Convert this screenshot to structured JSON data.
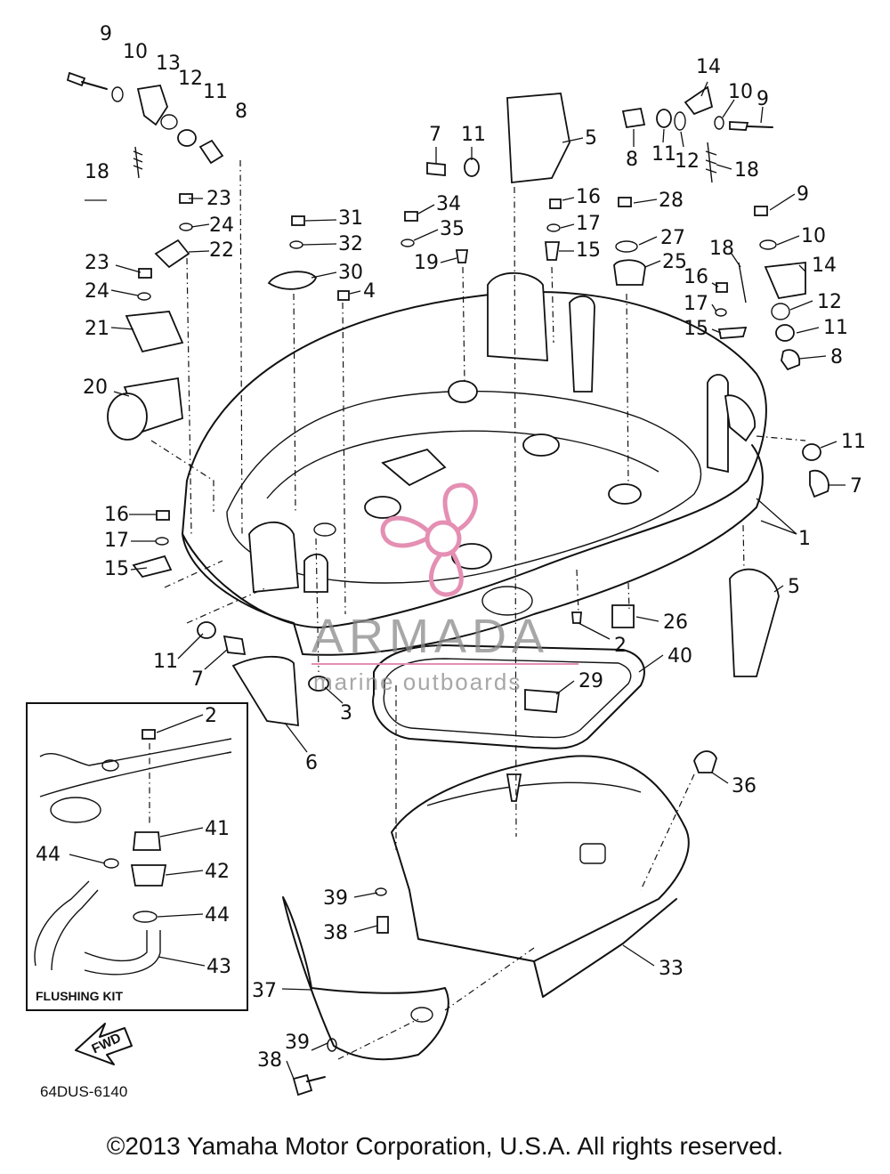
{
  "watermark": {
    "brand": "ARMADA",
    "tagline": "marine outboards",
    "brand_color": "#e48fb3"
  },
  "inset": {
    "title": "FLUSHING KIT"
  },
  "fwd_label": "FWD",
  "diagram_code": "64DUS-6140",
  "copyright": "©2013 Yamaha Motor Corporation, U.S.A. All rights reserved.",
  "callouts": [
    {
      "id": "c9a",
      "text": "9"
    },
    {
      "id": "c10a",
      "text": "10"
    },
    {
      "id": "c13",
      "text": "13"
    },
    {
      "id": "c12a",
      "text": "12"
    },
    {
      "id": "c11a",
      "text": "11"
    },
    {
      "id": "c8a",
      "text": "8"
    },
    {
      "id": "c18a",
      "text": "18"
    },
    {
      "id": "c23a",
      "text": "23"
    },
    {
      "id": "c24a",
      "text": "24"
    },
    {
      "id": "c22",
      "text": "22"
    },
    {
      "id": "c23b",
      "text": "23"
    },
    {
      "id": "c24b",
      "text": "24"
    },
    {
      "id": "c21",
      "text": "21"
    },
    {
      "id": "c20",
      "text": "20"
    },
    {
      "id": "c16a",
      "text": "16"
    },
    {
      "id": "c17a",
      "text": "17"
    },
    {
      "id": "c15a",
      "text": "15"
    },
    {
      "id": "c11b",
      "text": "11"
    },
    {
      "id": "c7a",
      "text": "7"
    },
    {
      "id": "c6",
      "text": "6"
    },
    {
      "id": "c3",
      "text": "3"
    },
    {
      "id": "c31",
      "text": "31"
    },
    {
      "id": "c32",
      "text": "32"
    },
    {
      "id": "c30",
      "text": "30"
    },
    {
      "id": "c4",
      "text": "4"
    },
    {
      "id": "c34",
      "text": "34"
    },
    {
      "id": "c35",
      "text": "35"
    },
    {
      "id": "c19",
      "text": "19"
    },
    {
      "id": "c7b",
      "text": "7"
    },
    {
      "id": "c11c",
      "text": "11"
    },
    {
      "id": "c5a",
      "text": "5"
    },
    {
      "id": "c16b",
      "text": "16"
    },
    {
      "id": "c17b",
      "text": "17"
    },
    {
      "id": "c15b",
      "text": "15"
    },
    {
      "id": "c8b",
      "text": "8"
    },
    {
      "id": "c11d",
      "text": "11"
    },
    {
      "id": "c12b",
      "text": "12"
    },
    {
      "id": "c14a",
      "text": "14"
    },
    {
      "id": "c10b",
      "text": "10"
    },
    {
      "id": "c9b",
      "text": "9"
    },
    {
      "id": "c18b",
      "text": "18"
    },
    {
      "id": "c28",
      "text": "28"
    },
    {
      "id": "c27",
      "text": "27"
    },
    {
      "id": "c25",
      "text": "25"
    },
    {
      "id": "c9c",
      "text": "9"
    },
    {
      "id": "c10c",
      "text": "10"
    },
    {
      "id": "c18c",
      "text": "18"
    },
    {
      "id": "c14b",
      "text": "14"
    },
    {
      "id": "c16c",
      "text": "16"
    },
    {
      "id": "c17c",
      "text": "17"
    },
    {
      "id": "c12c",
      "text": "12"
    },
    {
      "id": "c15c",
      "text": "15"
    },
    {
      "id": "c11e",
      "text": "11"
    },
    {
      "id": "c8c",
      "text": "8"
    },
    {
      "id": "c11f",
      "text": "11"
    },
    {
      "id": "c7c",
      "text": "7"
    },
    {
      "id": "c1",
      "text": "1"
    },
    {
      "id": "c5b",
      "text": "5"
    },
    {
      "id": "c26",
      "text": "26"
    },
    {
      "id": "c2a",
      "text": "2"
    },
    {
      "id": "c40",
      "text": "40"
    },
    {
      "id": "c29",
      "text": "29"
    },
    {
      "id": "c36",
      "text": "36"
    },
    {
      "id": "c39a",
      "text": "39"
    },
    {
      "id": "c38a",
      "text": "38"
    },
    {
      "id": "c33",
      "text": "33"
    },
    {
      "id": "c37",
      "text": "37"
    },
    {
      "id": "c39b",
      "text": "39"
    },
    {
      "id": "c38b",
      "text": "38"
    },
    {
      "id": "c2b",
      "text": "2"
    },
    {
      "id": "c41",
      "text": "41"
    },
    {
      "id": "c44a",
      "text": "44"
    },
    {
      "id": "c42",
      "text": "42"
    },
    {
      "id": "c44b",
      "text": "44"
    },
    {
      "id": "c43",
      "text": "43"
    }
  ]
}
